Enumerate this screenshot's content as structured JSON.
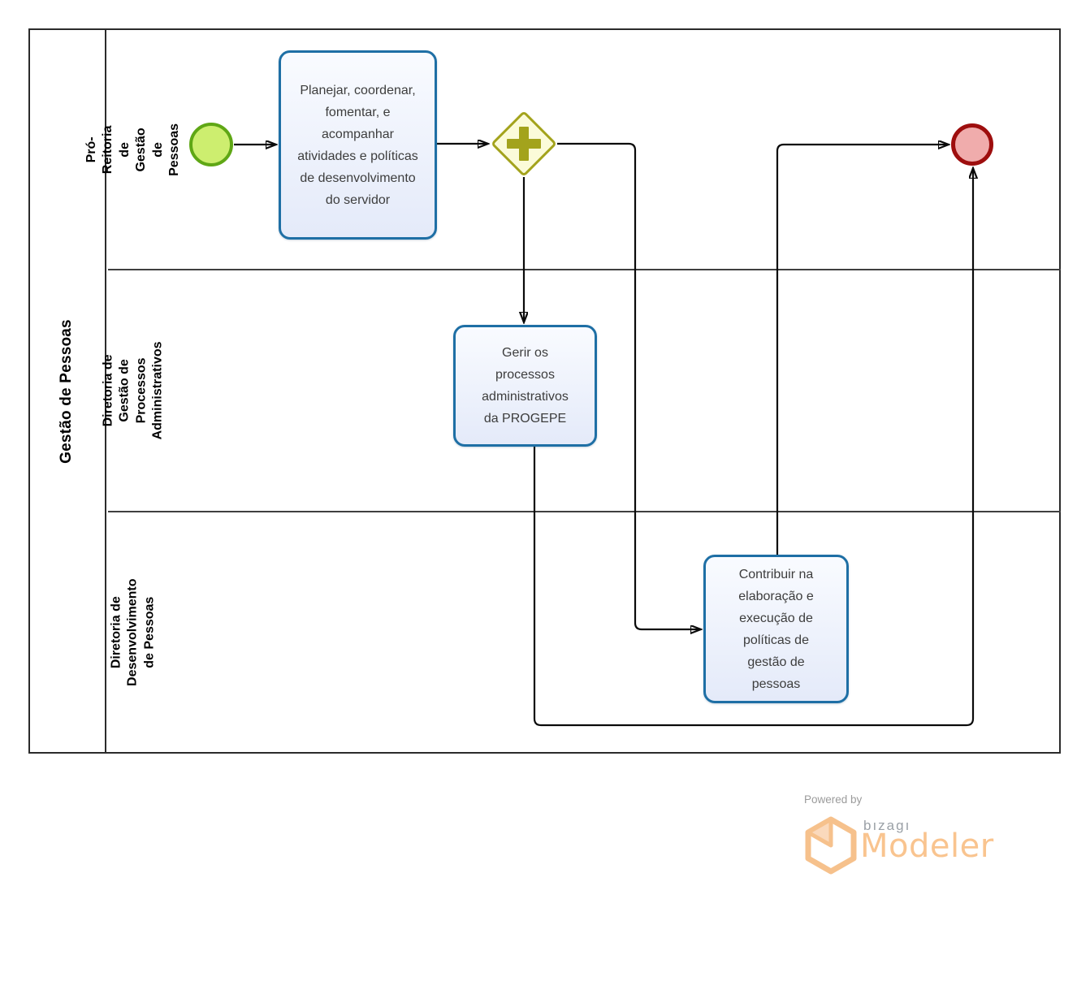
{
  "pool": {
    "label": "Gestão de Pessoas",
    "lanes": [
      {
        "label": "Pró-Reitoria de Gestão de Pessoas"
      },
      {
        "label": "Diretoria de Gestão de Processos Administrativos"
      },
      {
        "label": "Diretoria de Desenvolvimento de Pessoas"
      }
    ]
  },
  "nodes": {
    "task_planejar": {
      "label": "Planejar, coordenar, fomentar, e acompanhar atividades e políticas de desenvolvimento do servidor"
    },
    "task_gerir": {
      "label": "Gerir os processos administrativos da PROGEPE"
    },
    "task_contribuir": {
      "label": "Contribuir na elaboração e execução de políticas de gestão de pessoas"
    }
  },
  "colors": {
    "task_border": "#1e6fa5",
    "task_fill": "#e9edfb",
    "start_event_border": "#5fa715",
    "start_event_fill": "#cdee6f",
    "end_event_border": "#9e0e0e",
    "end_event_fill": "#f0acac",
    "gateway_border": "#a3a31c",
    "gateway_fill": "#fbfbd9",
    "flow_line": "#0a0a0a",
    "logo_orange": "#f9c48f",
    "logo_gray": "#9aa0a6"
  },
  "footer": {
    "powered_by": "Powered by",
    "brand": "bızagı",
    "product": "Modeler"
  }
}
